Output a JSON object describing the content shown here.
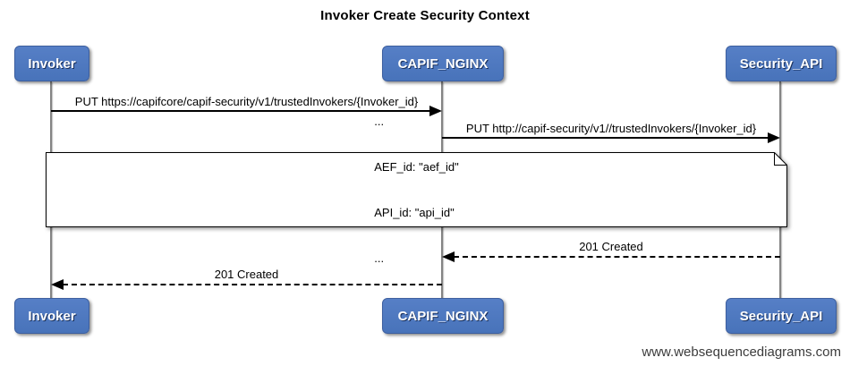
{
  "title": "Invoker Create Security Context",
  "actors": [
    {
      "name": "Invoker"
    },
    {
      "name": "CAPIF_NGINX"
    },
    {
      "name": "Security_API"
    }
  ],
  "messages": [
    {
      "from": "Invoker",
      "to": "CAPIF_NGINX",
      "label": "PUT https://capifcore/capif-security/v1/trustedInvokers/{Invoker_id}",
      "line": "solid",
      "direction": "right"
    },
    {
      "from": "CAPIF_NGINX",
      "to": "Security_API",
      "label": "PUT http://capif-security/v1//trustedInvokers/{Invoker_id}",
      "line": "solid",
      "direction": "right"
    },
    {
      "from": "Security_API",
      "to": "CAPIF_NGINX",
      "label": "201 Created",
      "line": "dashed",
      "direction": "left"
    },
    {
      "from": "CAPIF_NGINX",
      "to": "Invoker",
      "label": "201 Created",
      "line": "dashed",
      "direction": "left"
    }
  ],
  "note": {
    "lines": [
      "...",
      "AEF_id: \"aef_id\"",
      "API_id: \"api_id\"",
      "..."
    ]
  },
  "footer": "www.websequencediagrams.com",
  "colors": {
    "actor_fill": "#4e7bc4",
    "actor_border": "#3d5f9f",
    "actor_text": "#ffffff",
    "lifeline": "#848484",
    "message_line": "#000000",
    "note_fill": "#ffffff",
    "note_border": "#000000",
    "footer_text": "#3c3c3c",
    "background": "#ffffff"
  }
}
